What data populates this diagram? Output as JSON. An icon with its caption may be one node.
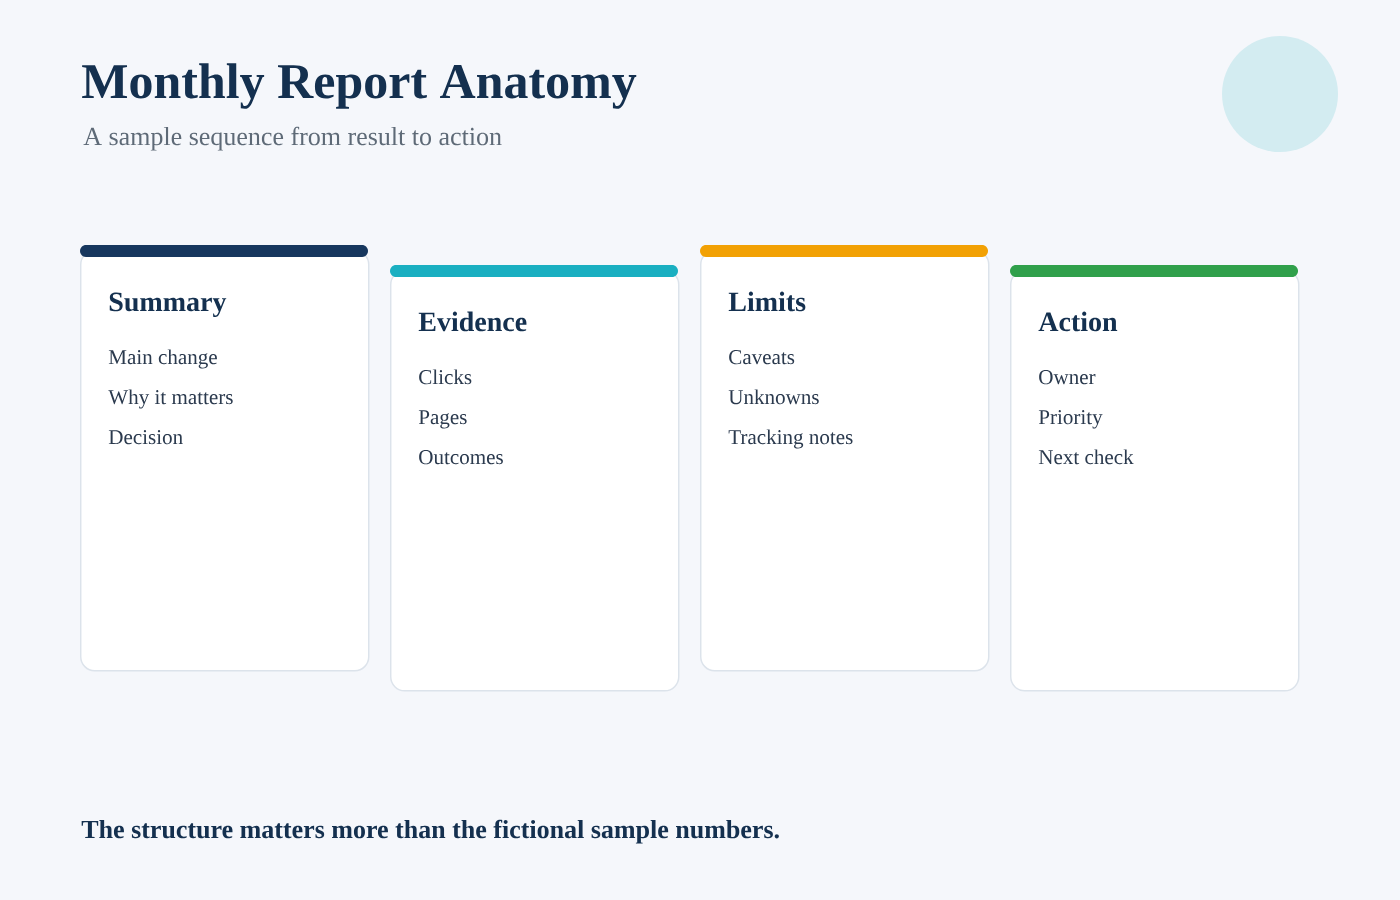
{
  "diagram": {
    "title": "Monthly Report Anatomy",
    "caption": "The structure matters more than the fictional sample numbers.",
    "nodes": [
      {
        "text": [
          "Summary",
          "Main change",
          "Why it matters",
          "Decision"
        ]
      },
      {
        "text": [
          "Evidence",
          "Clicks",
          "Pages",
          "Outcomes"
        ]
      },
      {
        "text": [
          "Limits",
          "Caveats",
          "Unknowns",
          "Tracking notes"
        ]
      },
      {
        "text": [
          "Action",
          "Owner",
          "Priority",
          "Next check"
        ]
      }
    ],
    "labels": [
      "A sample sequence from result to action"
    ]
  }
}
